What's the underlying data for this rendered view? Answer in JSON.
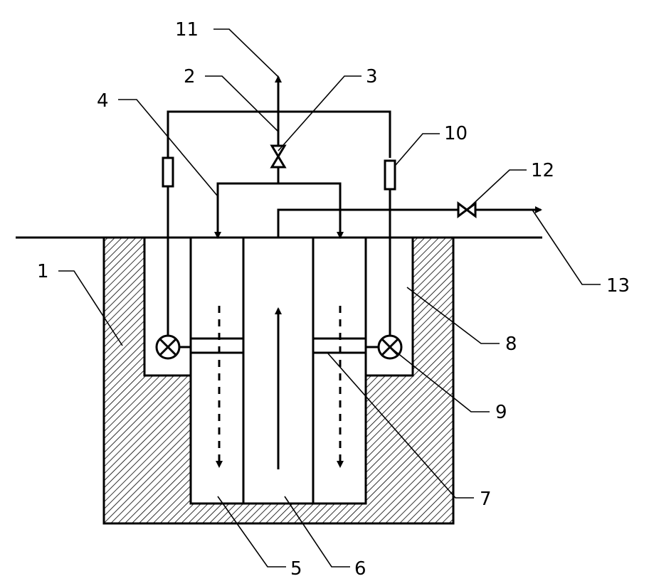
{
  "labels": {
    "l1": "1",
    "l2": "2",
    "l3": "3",
    "l4": "4",
    "l5": "5",
    "l6": "6",
    "l7": "7",
    "l8": "8",
    "l9": "9",
    "l10": "10",
    "l11": "11",
    "l12": "12",
    "l13": "13"
  },
  "colors": {
    "line": "#000000",
    "hatch": "#000000",
    "background": "#ffffff"
  }
}
